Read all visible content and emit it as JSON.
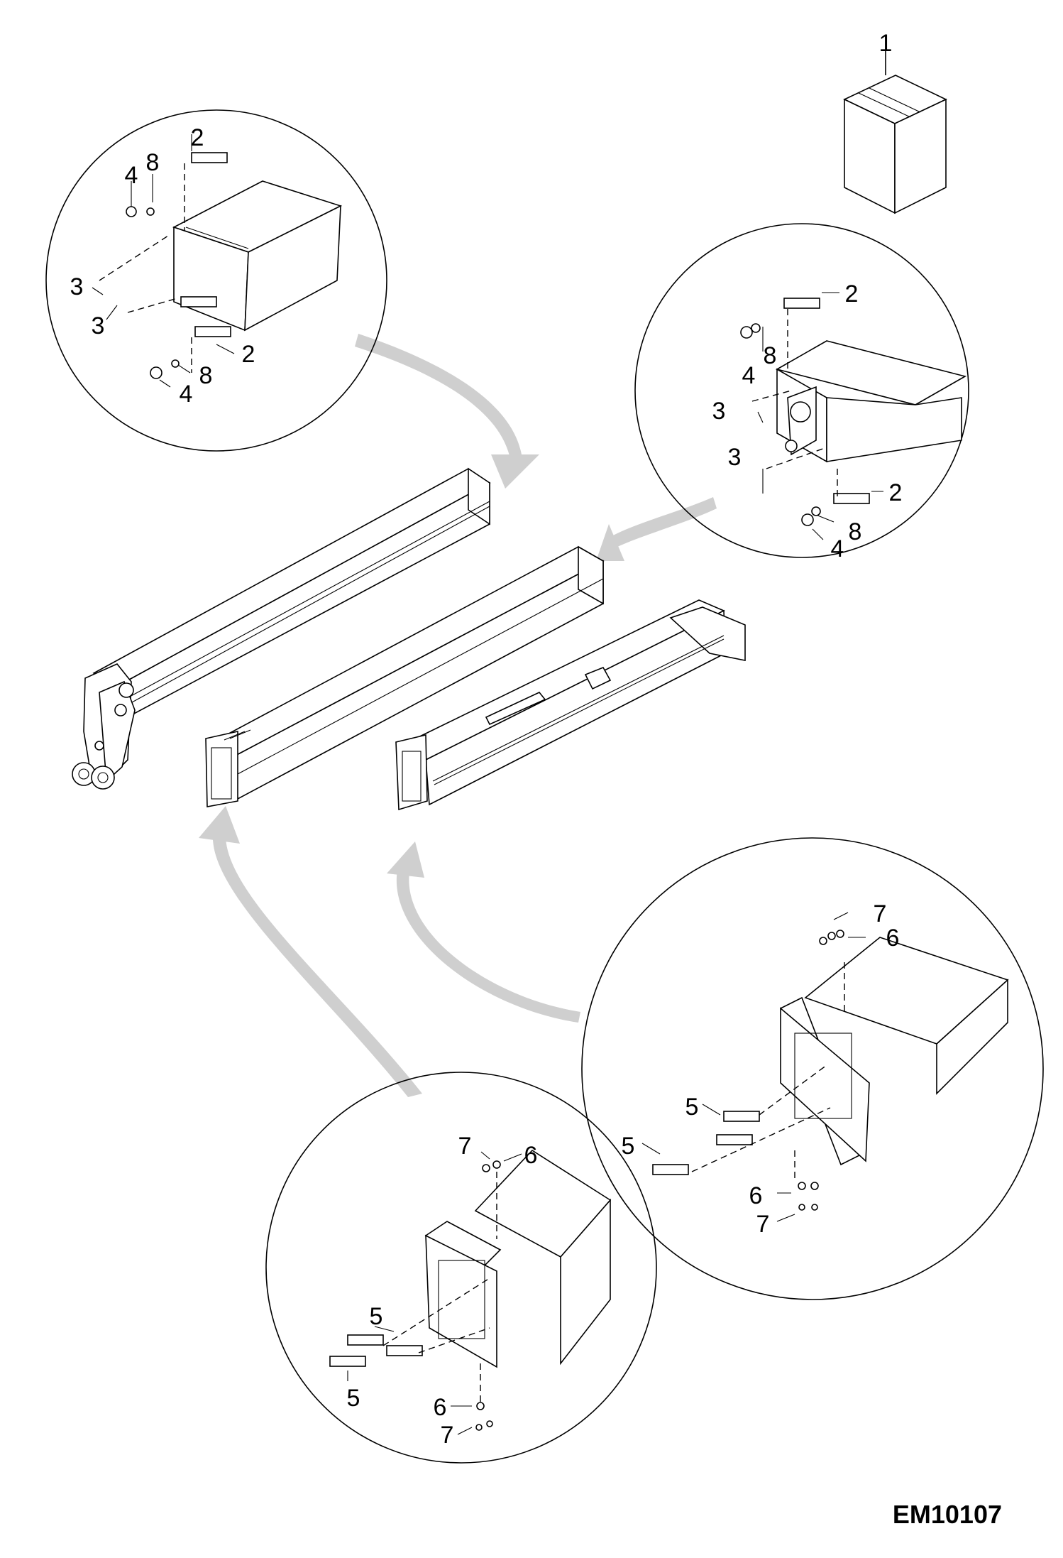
{
  "figure_code": "EM10107",
  "callouts": {
    "kit_box": "1",
    "top_left": [
      "2",
      "8",
      "4",
      "3",
      "3",
      "2",
      "8",
      "4"
    ],
    "top_right": [
      "2",
      "8",
      "4",
      "3",
      "3",
      "2",
      "8",
      "4"
    ],
    "bottom_right": [
      "7",
      "6",
      "5",
      "5",
      "6",
      "7"
    ],
    "bottom_left": [
      "7",
      "6",
      "5",
      "5",
      "6",
      "7"
    ]
  },
  "colors": {
    "line": "#000000",
    "arrow": "#cfcfcf",
    "background": "#ffffff"
  }
}
